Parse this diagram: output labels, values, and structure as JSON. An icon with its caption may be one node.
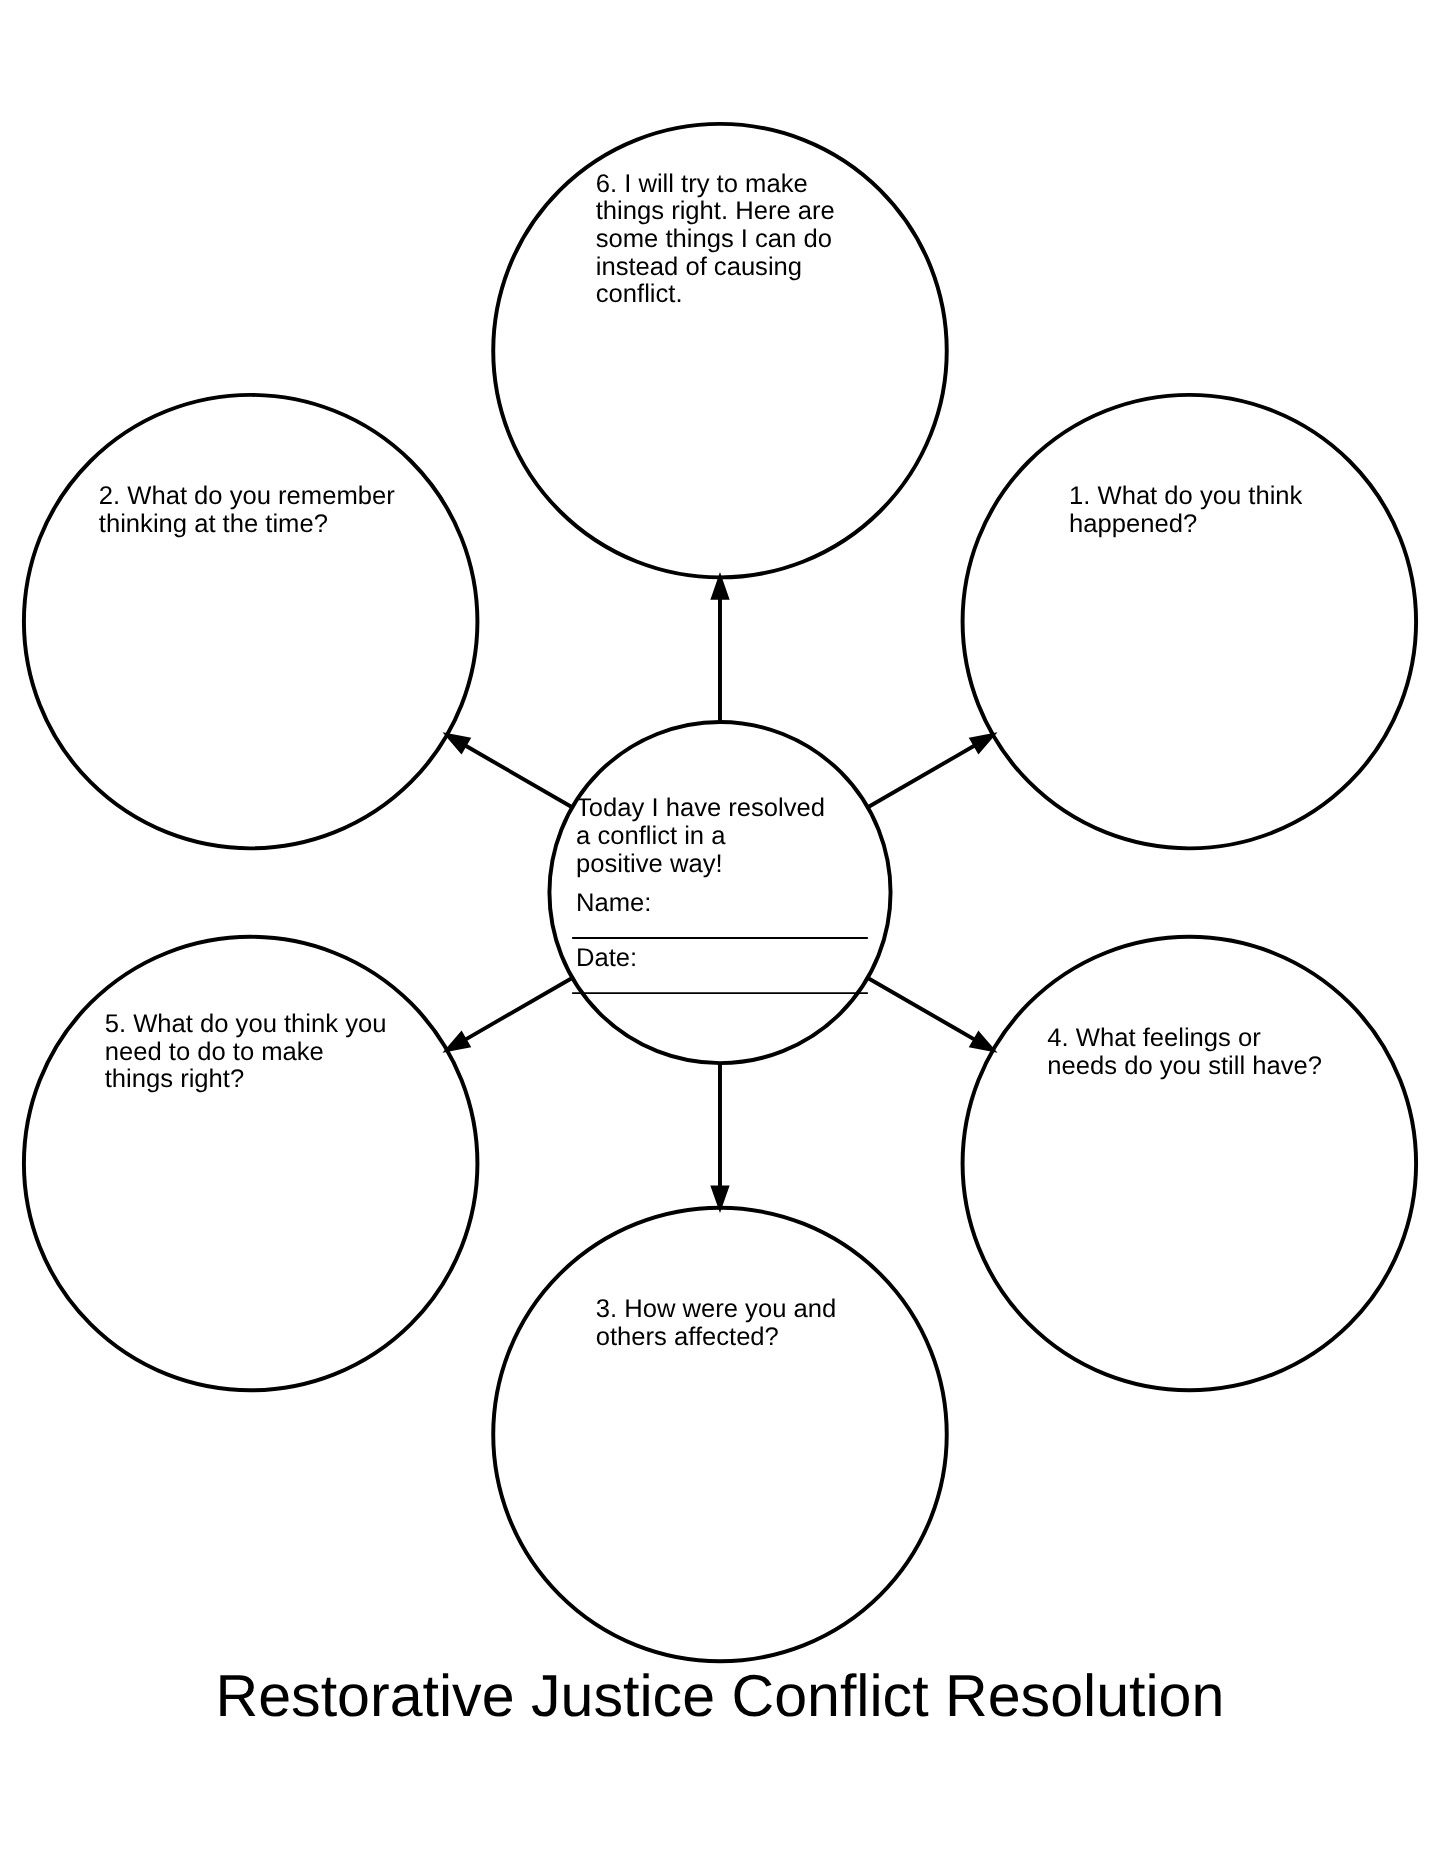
{
  "diagram": {
    "title": "Restorative Justice Conflict Resolution",
    "nodes": [
      {
        "text": [
          "1. What do you think happened?"
        ]
      },
      {
        "text": [
          "6. I will try to make things right. Here are some things I can do instead of causing conflict."
        ]
      },
      {
        "text": [
          "2. What do you remember thinking at the time?"
        ]
      },
      {
        "text": [
          "Today I have resolved a conflict in a positive way!",
          "Name:",
          "Date:"
        ]
      },
      {
        "text": [
          "5. What do you think you need to do to make things right?"
        ]
      },
      {
        "text": [
          "3. How were you and others affected?"
        ]
      },
      {
        "text": [
          "4. What feelings or needs do you still have?"
        ]
      }
    ],
    "edges": [
      {
        "from": 3,
        "to": 0,
        "arrow": "to"
      },
      {
        "from": 3,
        "to": 2,
        "arrow": "to"
      },
      {
        "from": 3,
        "to": 5,
        "arrow": "to"
      },
      {
        "from": 3,
        "to": 6,
        "arrow": "to"
      },
      {
        "from": 3,
        "to": 4,
        "arrow": "to"
      },
      {
        "from": 3,
        "to": 1,
        "arrow": "to"
      }
    ]
  }
}
